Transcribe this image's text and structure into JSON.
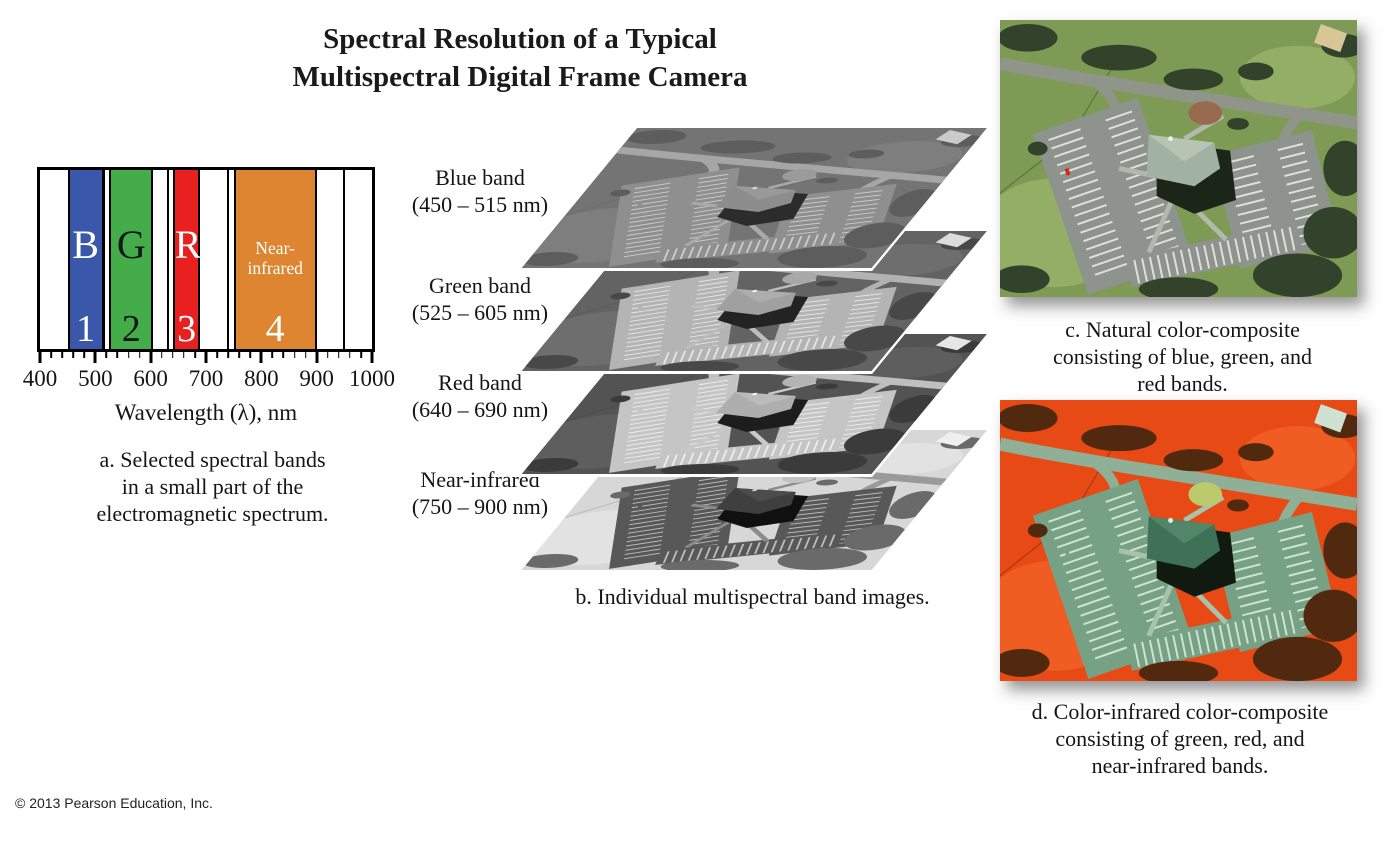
{
  "title": {
    "text": "Spectral Resolution of a Typical\nMultispectral Digital Frame Camera"
  },
  "spectrum_chart": {
    "type": "spectral-bands",
    "axis": {
      "min_nm": 400,
      "max_nm": 1000,
      "major_ticks": [
        400,
        500,
        600,
        700,
        800,
        900,
        1000
      ],
      "minor_step_nm": 20,
      "label": "Wavelength (λ), nm"
    },
    "bands": [
      {
        "label": "B",
        "number": "1",
        "range_nm": [
          450,
          515
        ],
        "color": "#3a57a9",
        "text_color": "#ffffff",
        "label_size": "large"
      },
      {
        "label": "G",
        "number": "2",
        "range_nm": [
          525,
          605
        ],
        "color": "#44ad49",
        "text_color": "#15181a",
        "label_size": "large"
      },
      {
        "label": "R",
        "number": "3",
        "range_nm": [
          640,
          690
        ],
        "color": "#e8201f",
        "text_color": "#ffffff",
        "label_size": "large"
      },
      {
        "label": "Near-\ninfrared",
        "number": "4",
        "range_nm": [
          750,
          900
        ],
        "color": "#dd8531",
        "text_color": "#ffffff",
        "label_size": "small"
      }
    ],
    "divider_lines_nm": [
      515,
      632,
      740,
      950
    ]
  },
  "band_images": [
    {
      "name": "Blue band",
      "range": "(450 – 515 nm)",
      "palette": "band_blue"
    },
    {
      "name": "Green band",
      "range": "(525 – 605 nm)",
      "palette": "band_green"
    },
    {
      "name": "Red band",
      "range": "(640 – 690 nm)",
      "palette": "band_red"
    },
    {
      "name": "Near-infrared",
      "range": "(750 – 900 nm)",
      "palette": "band_nir"
    }
  ],
  "captions": {
    "a": "a. Selected spectral bands\nin a small part of the\nelectromagnetic spectrum.",
    "b": "b. Individual multispectral band images.",
    "c": "c. Natural color-composite\nconsisting of blue, green, and\nred bands.",
    "d": "d. Color-infrared color-composite\nconsisting of green, red, and\nnear-infrared bands."
  },
  "palettes": {
    "natural": {
      "grass": "#7d9b55",
      "grass2": "#93af66",
      "road": "#90958a",
      "lot": "#8e938e",
      "stripe": "#eceee8",
      "path": "#b3b8ac",
      "roof": "#a2b2a2",
      "roofHi": "#b7c4b4",
      "roofShadow": "#1b2619",
      "mound": "#996b4e",
      "tree": "#33432b",
      "house": "#d8c697",
      "car": "#d0291a"
    },
    "cir": {
      "grass": "#e84a15",
      "grass2": "#ef5d22",
      "road": "#8fb097",
      "lot": "#77a185",
      "stripe": "#ddeede",
      "path": "#a6c3ab",
      "roof": "#3f7156",
      "roofHi": "#528668",
      "roofShadow": "#101a10",
      "mound": "#bcca6e",
      "tree": "#50290f",
      "house": "#cfe2d2",
      "car": "#77a185"
    },
    "band_blue": {
      "grass": "#747474",
      "grass2": "#7e7e7e",
      "road": "#a6a6a6",
      "lot": "#8f8f8f",
      "stripe": "#d6d6d6",
      "path": "#aaaaaa",
      "roof": "#8d8d8d",
      "roofHi": "#999999",
      "roofShadow": "#2c2c2c",
      "mound": "#9b9b9b",
      "tree": "#5d5d5d",
      "house": "#cacaca",
      "car": "#8f8f8f"
    },
    "band_green": {
      "grass": "#636363",
      "grass2": "#6e6e6e",
      "road": "#b2b2b2",
      "lot": "#b4b4b4",
      "stripe": "#ededed",
      "path": "#bdbdbd",
      "roof": "#a0a0a0",
      "roofHi": "#adadad",
      "roofShadow": "#232323",
      "mound": "#a8a8a8",
      "tree": "#484848",
      "house": "#dcdcdc",
      "car": "#b4b4b4"
    },
    "band_red": {
      "grass": "#535353",
      "grass2": "#5e5e5e",
      "road": "#bfbfbf",
      "lot": "#c5c5c5",
      "stripe": "#f3f3f3",
      "path": "#c9c9c9",
      "roof": "#aeaeae",
      "roofHi": "#bbbbbb",
      "roofShadow": "#1d1d1d",
      "mound": "#b4b4b4",
      "tree": "#3b3b3b",
      "house": "#e6e6e6",
      "car": "#c5c5c5"
    },
    "band_nir": {
      "grass": "#d7d7d7",
      "grass2": "#e2e2e2",
      "road": "#9a9a9a",
      "lot": "#585858",
      "stripe": "#cdcdcd",
      "path": "#8b8b8b",
      "roof": "#3f3f3f",
      "roofHi": "#4c4c4c",
      "roofShadow": "#101010",
      "mound": "#c2c2c2",
      "tree": "#6a6a6a",
      "house": "#efefef",
      "car": "#585858"
    }
  },
  "copyright": "© 2013 Pearson Education, Inc."
}
